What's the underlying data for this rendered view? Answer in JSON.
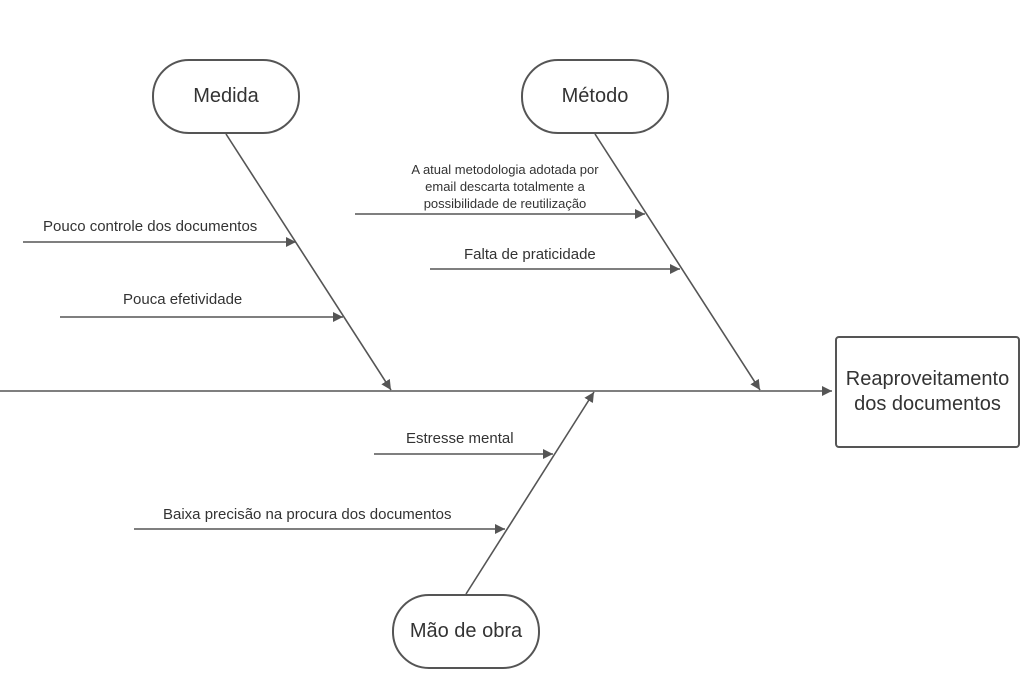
{
  "effect": {
    "line1": "Reaproveitamento",
    "line2": "dos documentos"
  },
  "categories": {
    "medida": "Medida",
    "metodo": "Método",
    "mao_de_obra": "Mão de obra"
  },
  "causes": {
    "medida_1": "Pouco controle dos documentos",
    "medida_2": "Pouca efetividade",
    "metodo_1": "A atual metodologia adotada por email descarta totalmente a possibilidade de reutilização",
    "metodo_2": "Falta de praticidade",
    "mao_1": "Estresse mental",
    "mao_2": "Baixa precisão na procura dos documentos"
  },
  "colors": {
    "line": "#555555",
    "text": "#333333"
  }
}
